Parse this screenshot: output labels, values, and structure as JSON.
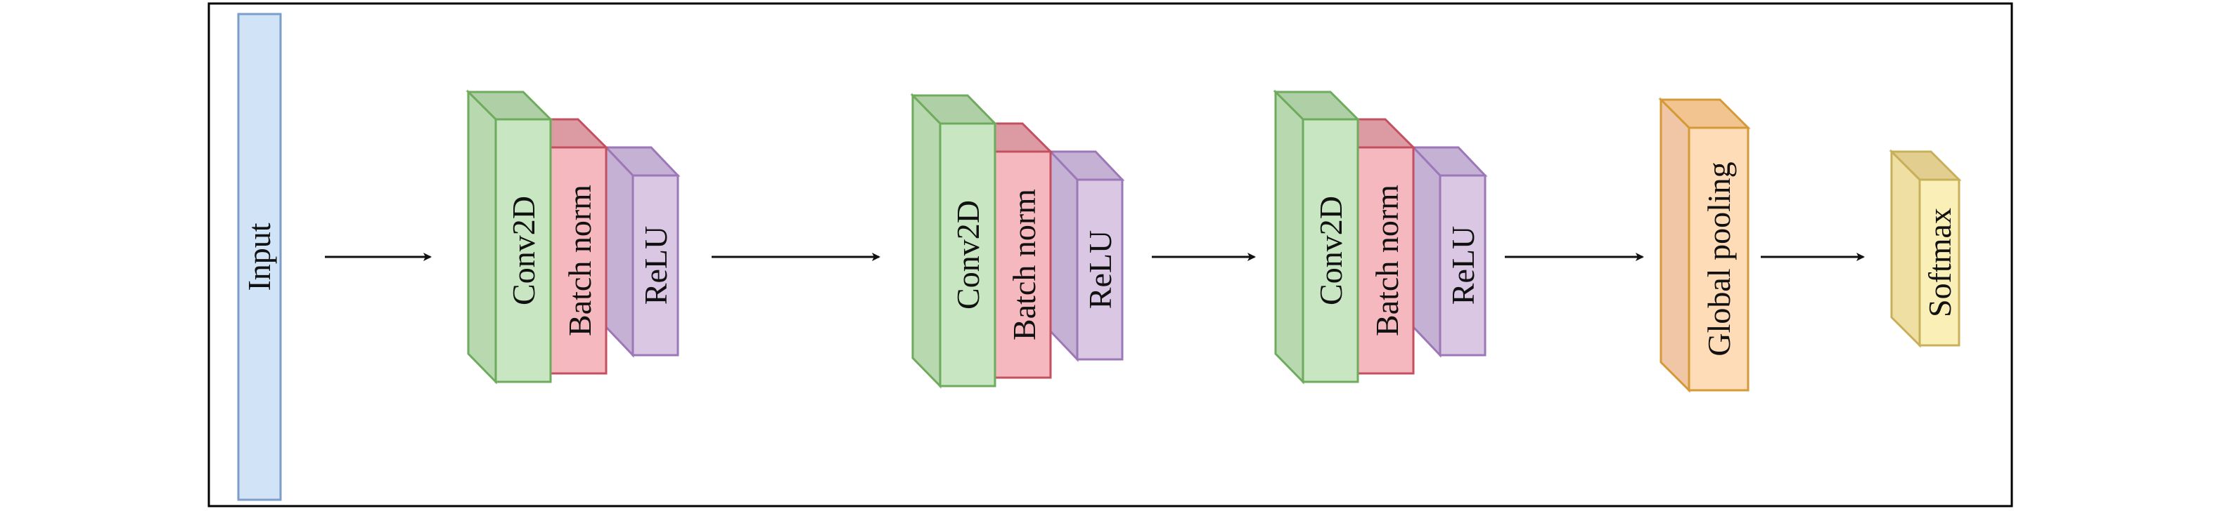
{
  "colors": {
    "input_fill": "#d1e3f7",
    "input_stroke": "#7c9ec9",
    "conv_fill": "#c8e6c2",
    "conv_stroke": "#6eab5c",
    "bn_fill": "#f5b8be",
    "bn_stroke": "#c35060",
    "relu_fill": "#d9c7e4",
    "relu_stroke": "#9c78b8",
    "gp_fill": "#ffdcb8",
    "gp_stroke": "#d49a38",
    "softmax_fill": "#fbefb8",
    "softmax_stroke": "#c8b05a",
    "arrow": "#111111",
    "frame": "#000000"
  },
  "labels": {
    "input": "Input",
    "block1": {
      "conv": "Conv2D",
      "bn": "Batch norm",
      "relu": "ReLU"
    },
    "block2": {
      "conv": "Conv2D",
      "bn": "Batch norm",
      "relu": "ReLU"
    },
    "block3": {
      "conv": "Conv2D",
      "bn": "Batch norm",
      "relu": "ReLU"
    },
    "global_pooling": "Global pooling",
    "softmax": "Softmax"
  }
}
